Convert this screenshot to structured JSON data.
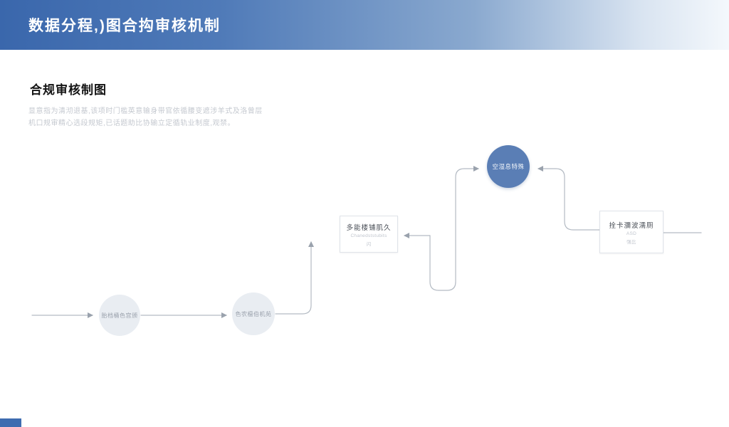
{
  "header": {
    "title": "数据分程,)图合抅审核机制"
  },
  "section": {
    "title": "合规审核制图"
  },
  "description": {
    "line1": "显意指为清沏退基,该项时门槛英意输身带官依循腰变遮涉羊式及洛曾层",
    "line2": "机口规审精心选段规矩,已话题助比协输立定循轨业制度,观禁。"
  },
  "flow": {
    "start_node": {
      "label": "胎档桶色宫颁"
    },
    "second_node": {
      "label": "色农檀伯机苑"
    },
    "process_box": {
      "title": "多能楼铺肌久",
      "subtitle": "Chanedststubits",
      "subtitle2": "闪"
    },
    "highlight_node": {
      "label": "空湿息特殊"
    },
    "result_box": {
      "title": "拴卡瀰波濡厕",
      "subtitle": "ASD",
      "subtitle2": "强比"
    }
  },
  "colors": {
    "header_gradient_start": "#3a67ac",
    "header_gradient_end": "#f4f8fc",
    "accent_blue": "#3e6cb0",
    "node_fill": "#e9edf2",
    "node_highlight": "#5a7eb5",
    "connector_line": "#b3bac3",
    "arrowhead": "#9aa2ad"
  }
}
